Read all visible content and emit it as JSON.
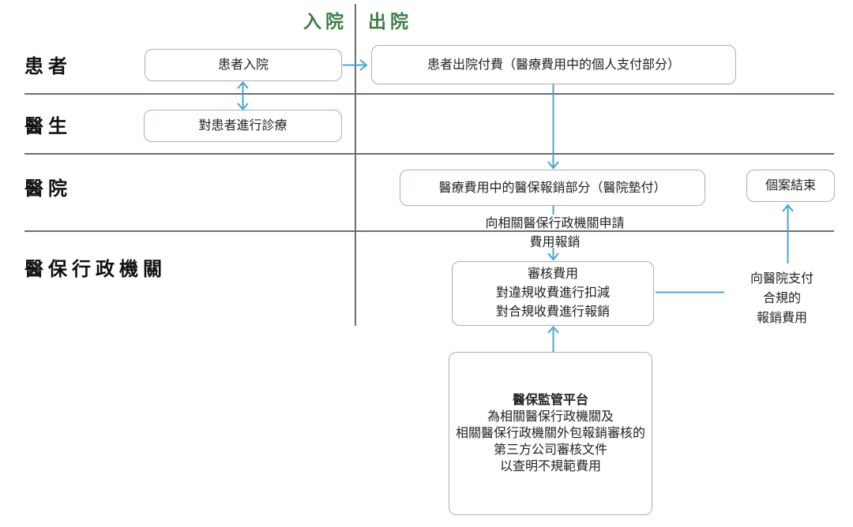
{
  "header": {
    "admission": "入院",
    "discharge": "出院"
  },
  "rows": [
    {
      "label": "患者"
    },
    {
      "label": "醫生"
    },
    {
      "label": "醫院"
    },
    {
      "label": "醫保行政機關"
    }
  ],
  "boxes": {
    "patient_admission": "患者入院",
    "patient_discharge": "患者出院付費（醫療費用中的個人支付部分）",
    "doctor_treatment": "對患者進行診療",
    "hospital_prepaid": "醫療費用中的醫保報銷部分（醫院墊付）",
    "case_closed": "個案結束",
    "review": {
      "line1": "審核費用",
      "line2": "對違規收費進行扣減",
      "line3": "對合規收費進行報銷"
    },
    "platform": {
      "title": "醫保監管平台",
      "line1": "為相關醫保行政機關及",
      "line2": "相關醫保行政機關外包報銷審核的",
      "line3": "第三方公司審核文件",
      "line4": "以查明不規範費用"
    }
  },
  "labels": {
    "apply_reimbursement": {
      "line1": "向相關醫保行政機關申請",
      "line2": "費用報銷"
    },
    "pay_hospital": {
      "line1": "向醫院支付",
      "line2": "合規的",
      "line3": "報銷費用"
    }
  },
  "colors": {
    "header_green": "#3e7e41",
    "arrow_blue": "#4aa5d0",
    "line_gray": "#667074",
    "box_border": "#a6b0b5"
  }
}
